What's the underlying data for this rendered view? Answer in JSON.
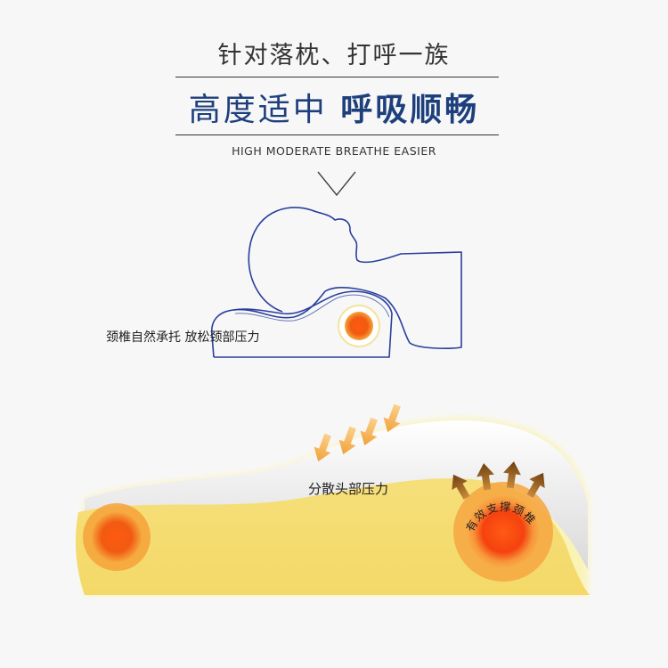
{
  "headline": {
    "top": "针对落枕、打呼一族",
    "main_light": "高度适中",
    "main_bold": "呼吸顺畅",
    "english": "HIGH MODERATE BREATHE EASIER"
  },
  "captions": {
    "neck_support": "颈椎自然承托 放松颈部压力",
    "disperse_pressure": "分散头部压力",
    "support_spine": "有效支撑颈椎"
  },
  "colors": {
    "title_blue": "#1d3f7c",
    "outline_blue": "#2a3f9c",
    "pillow_yellow": "#f5dd70",
    "arrow_orange": "#f2a93b",
    "arrow_brown": "#7a4a16",
    "hot_red": "#f23a12"
  }
}
